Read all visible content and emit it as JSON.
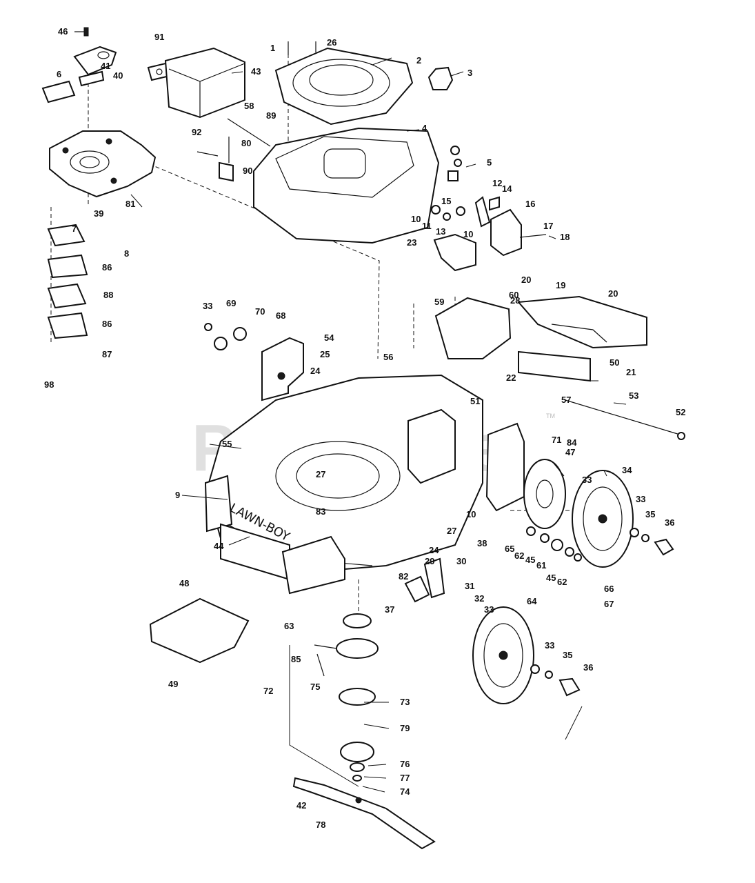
{
  "diagram": {
    "watermark": "PartsTree",
    "watermark_tm": "TM",
    "deck_decal": "LAWN-BOY",
    "callouts": {
      "c1": "1",
      "c2": "2",
      "c3": "3",
      "c4": "4",
      "c5": "5",
      "c6": "6",
      "c7": "7",
      "c8": "8",
      "c9": "9",
      "c10a": "10",
      "c10b": "10",
      "c10c": "10",
      "c11": "11",
      "c12": "12",
      "c13": "13",
      "c14": "14",
      "c15": "15",
      "c16": "16",
      "c17": "17",
      "c18": "18",
      "c19": "19",
      "c20a": "20",
      "c20b": "20",
      "c21": "21",
      "c22": "22",
      "c23": "23",
      "c24a": "24",
      "c24b": "24",
      "c25": "25",
      "c26": "26",
      "c27a": "27",
      "c27b": "27",
      "c28": "28",
      "c29": "29",
      "c30": "30",
      "c31": "31",
      "c32": "32",
      "c33a": "33",
      "c33b": "33",
      "c33c": "33",
      "c33d": "33",
      "c33e": "33",
      "c34": "34",
      "c35a": "35",
      "c35b": "35",
      "c36a": "36",
      "c36b": "36",
      "c37": "37",
      "c38": "38",
      "c39": "39",
      "c40": "40",
      "c41": "41",
      "c42": "42",
      "c43": "43",
      "c44": "44",
      "c45a": "45",
      "c45b": "45",
      "c46": "46",
      "c47": "47",
      "c48": "48",
      "c49": "49",
      "c50": "50",
      "c51": "51",
      "c52": "52",
      "c53": "53",
      "c54": "54",
      "c55": "55",
      "c56": "56",
      "c57": "57",
      "c58": "58",
      "c59": "59",
      "c60": "60",
      "c61": "61",
      "c62a": "62",
      "c62b": "62",
      "c63": "63",
      "c64": "64",
      "c65": "65",
      "c66": "66",
      "c67": "67",
      "c68": "68",
      "c69": "69",
      "c70": "70",
      "c71": "71",
      "c72": "72",
      "c73": "73",
      "c74": "74",
      "c75": "75",
      "c76": "76",
      "c77": "77",
      "c78": "78",
      "c79": "79",
      "c80": "80",
      "c81": "81",
      "c82": "82",
      "c83": "83",
      "c84": "84",
      "c85": "85",
      "c86a": "86",
      "c86b": "86",
      "c87": "87",
      "c88": "88",
      "c89": "89",
      "c90": "90",
      "c91": "91",
      "c92": "92",
      "c98": "98"
    }
  }
}
